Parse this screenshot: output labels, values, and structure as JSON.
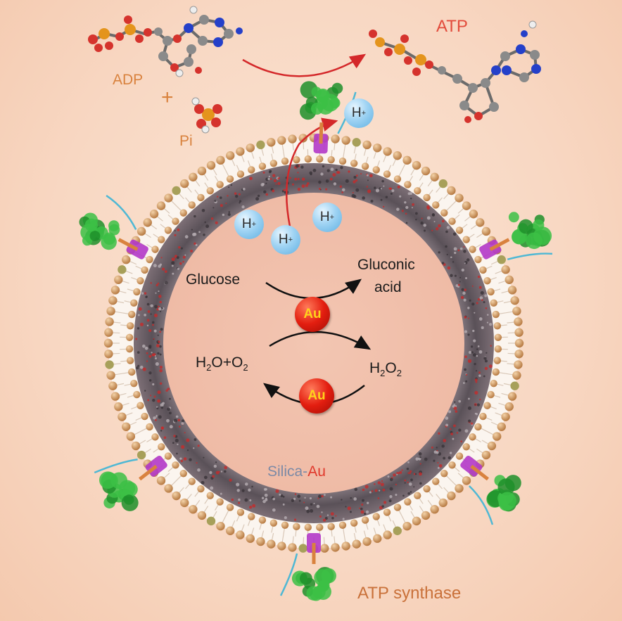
{
  "labels": {
    "adp": "ADP",
    "plus": "+",
    "pi": "Pi",
    "atp": "ATP",
    "h_ion": "H",
    "h_charge": "+",
    "glucose": "Glucose",
    "gluconic_line1": "Gluconic",
    "gluconic_line2": "acid",
    "au": "Au",
    "h2o_part1": "H",
    "h2o_sub1": "2",
    "h2o_part2": "O+O",
    "h2o_sub2": "2",
    "h2o2_part1": "H",
    "h2o2_sub1": "2",
    "h2o2_part2": "O",
    "h2o2_sub2": "2",
    "silica": "Silica-",
    "silica_au": "Au",
    "atp_synthase": "ATP synthase"
  },
  "colors": {
    "background": "#f8d7c2",
    "label_orange": "#d9823e",
    "arrow_red": "#d4282a",
    "au_sphere": "#e31e10",
    "au_text": "#ffd21c",
    "h_ion": "#9fd3f3",
    "lipid_head": "#d4a06a",
    "synthase_green": "#2fae3a",
    "synthase_purple": "#b238c8"
  }
}
